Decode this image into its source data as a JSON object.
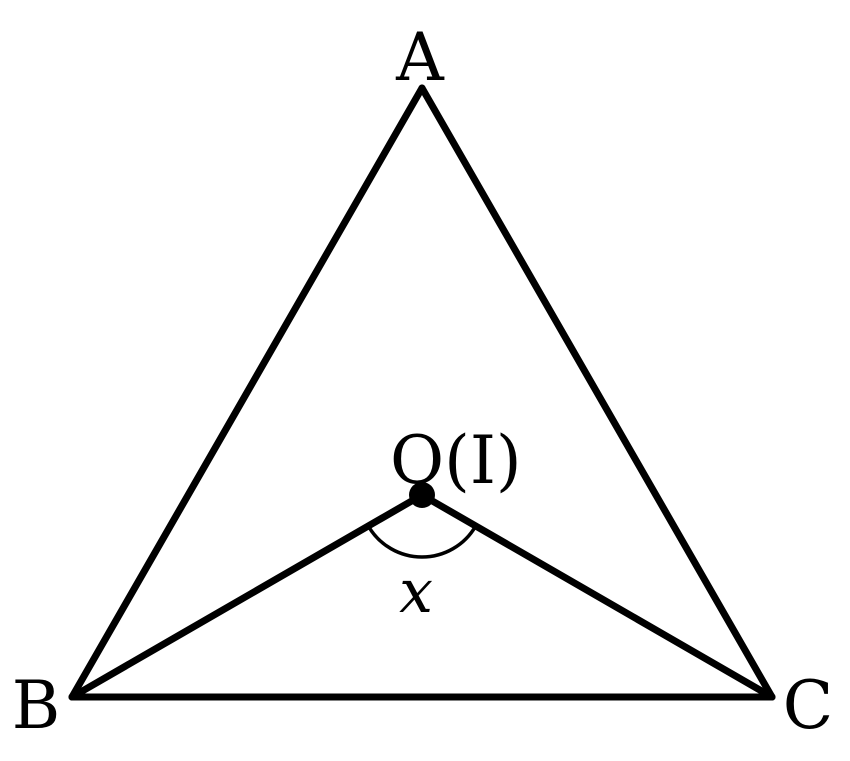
{
  "points": {
    "A": "A",
    "B": "B",
    "C": "C",
    "O": "O(I)"
  },
  "angle": {
    "label": "x"
  }
}
